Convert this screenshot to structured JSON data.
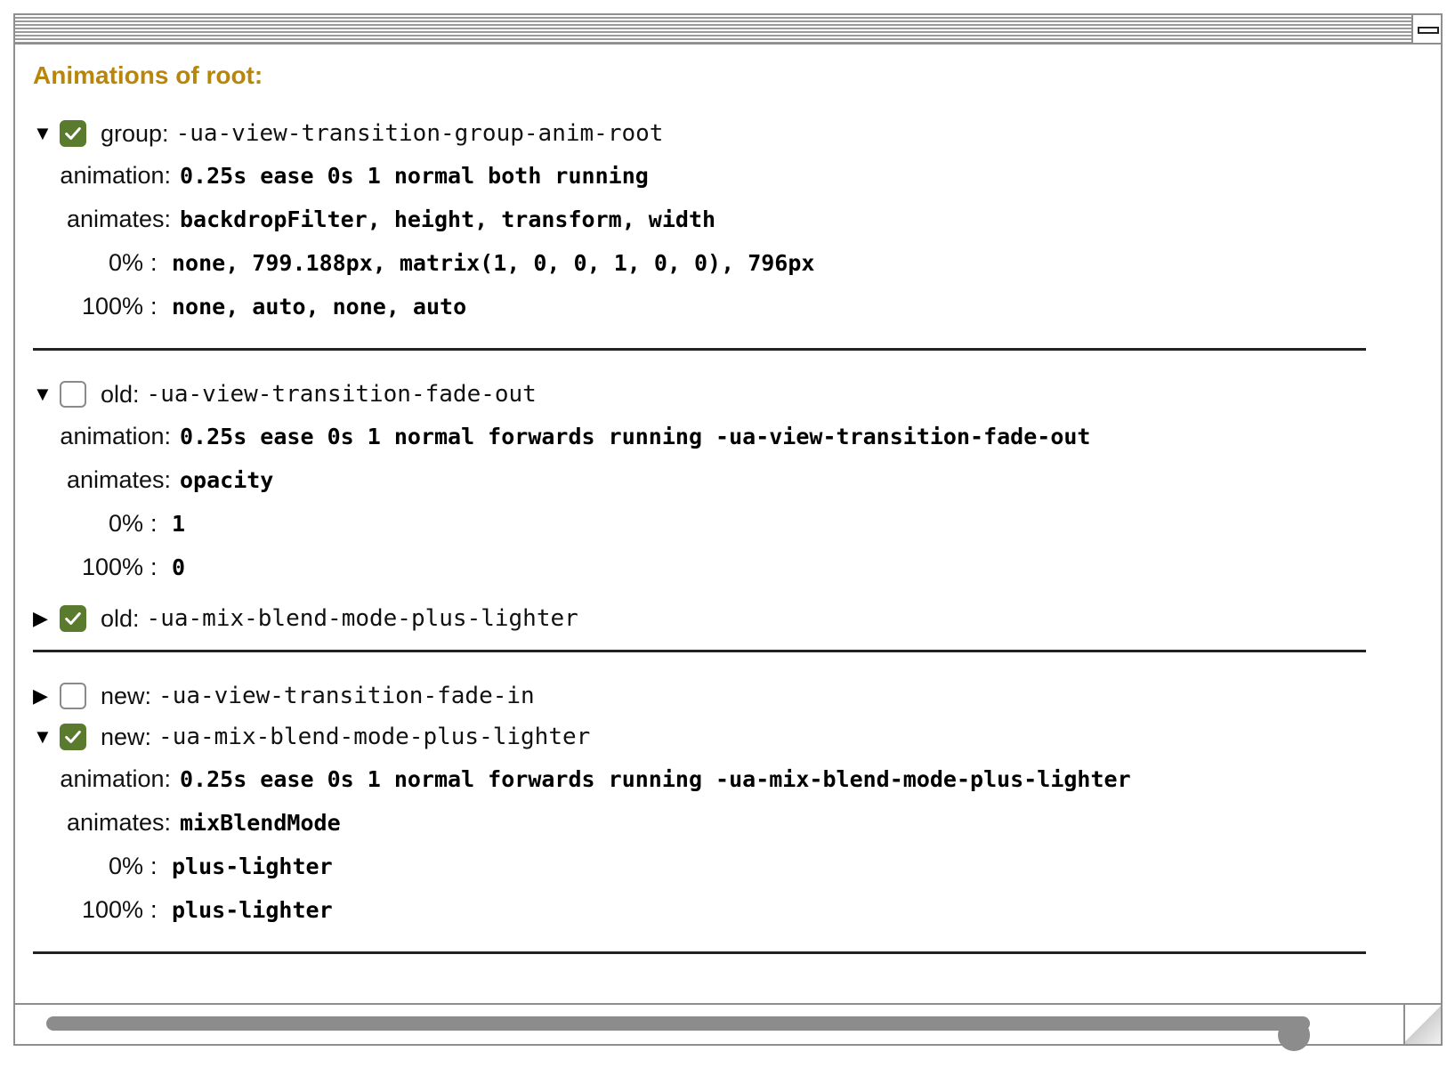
{
  "window": {
    "heading": "Animations of root:"
  },
  "sections": [
    {
      "items": [
        {
          "expanded": true,
          "checked": true,
          "kind": "group:",
          "name": "-ua-view-transition-group-anim-root",
          "props": {
            "animation_label": "animation:",
            "animation_value": "0.25s ease 0s 1 normal both running",
            "animates_label": "animates:",
            "animates_value": "backdropFilter, height, transform, width",
            "start_label": "0%",
            "start_value": "none, 799.188px, matrix(1, 0, 0, 1, 0, 0), 796px",
            "end_label": "100%",
            "end_value": "none, auto, none, auto"
          }
        }
      ]
    },
    {
      "items": [
        {
          "expanded": true,
          "checked": false,
          "kind": "old:",
          "name": "-ua-view-transition-fade-out",
          "props": {
            "animation_label": "animation:",
            "animation_value": "0.25s ease 0s 1 normal forwards running -ua-view-transition-fade-out",
            "animates_label": "animates:",
            "animates_value": "opacity",
            "start_label": "0%",
            "start_value": "1",
            "end_label": "100%",
            "end_value": "0"
          }
        },
        {
          "expanded": false,
          "checked": true,
          "kind": "old:",
          "name": "-ua-mix-blend-mode-plus-lighter"
        }
      ]
    },
    {
      "items": [
        {
          "expanded": false,
          "checked": false,
          "kind": "new:",
          "name": "-ua-view-transition-fade-in"
        },
        {
          "expanded": true,
          "checked": true,
          "kind": "new:",
          "name": "-ua-mix-blend-mode-plus-lighter",
          "props": {
            "animation_label": "animation:",
            "animation_value": "0.25s ease 0s 1 normal forwards running -ua-mix-blend-mode-plus-lighter",
            "animates_label": "animates:",
            "animates_value": "mixBlendMode",
            "start_label": "0%",
            "start_value": "plus-lighter",
            "end_label": "100%",
            "end_value": "plus-lighter"
          }
        }
      ]
    }
  ],
  "glyphs": {
    "expanded": "▼",
    "collapsed": "▶",
    "colon": ":"
  },
  "scrollbar": {
    "position": 1.0
  },
  "colors": {
    "heading": "#b8860b",
    "checkbox_checked": "#5a7a2e"
  }
}
